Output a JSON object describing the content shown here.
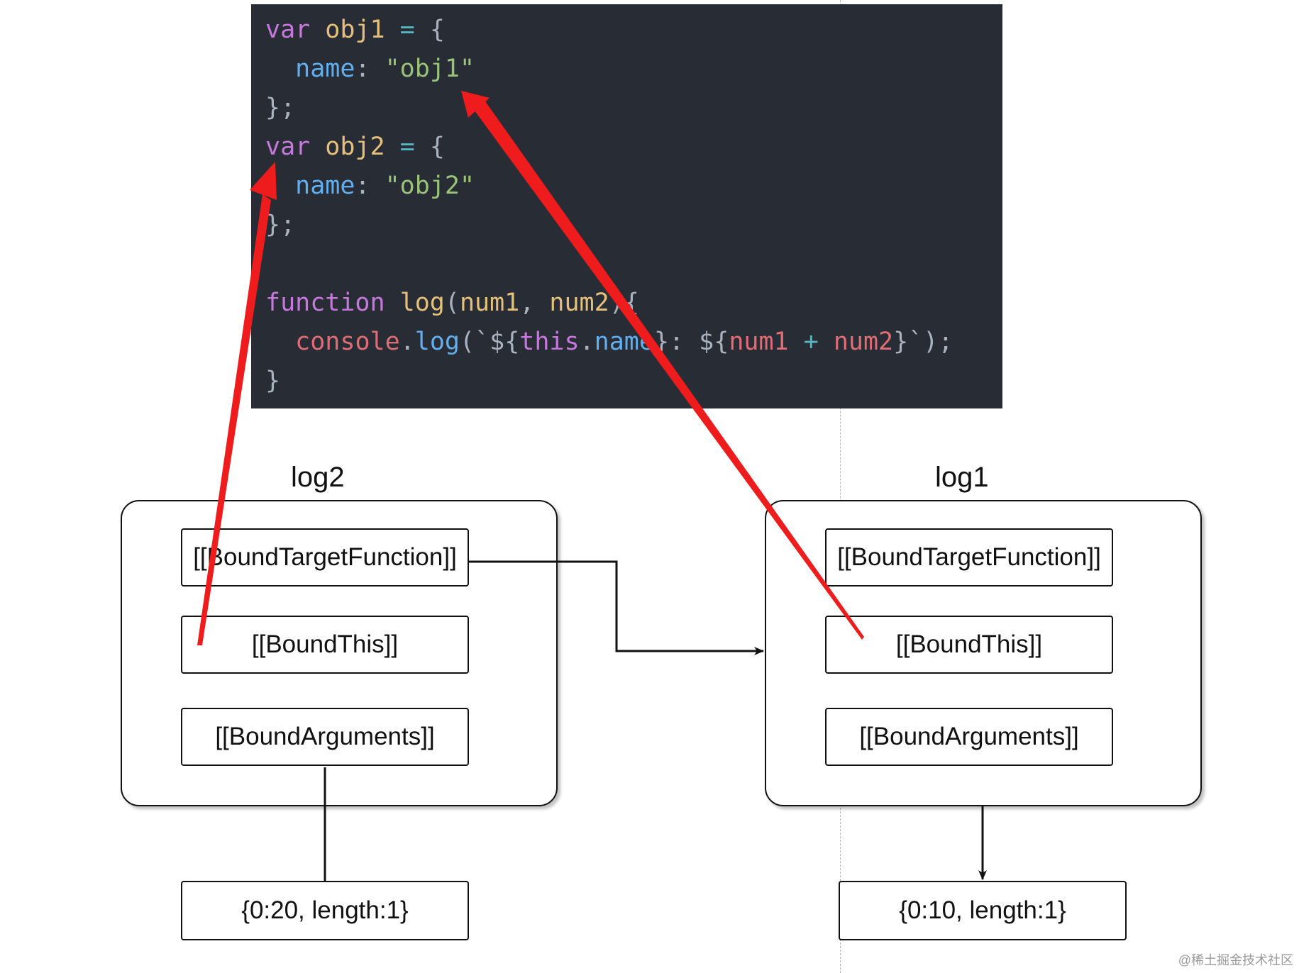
{
  "code": {
    "line1": {
      "kw": "var",
      "name": "obj1",
      "op": "=",
      "brace": "{"
    },
    "line2": {
      "prop": "name",
      "colon": ":",
      "str": "\"obj1\""
    },
    "line3": {
      "close": "};"
    },
    "line4": {
      "kw": "var",
      "name": "obj2",
      "op": "=",
      "brace": "{"
    },
    "line5": {
      "prop": "name",
      "colon": ":",
      "str": "\"obj2\""
    },
    "line6": {
      "close": "};"
    },
    "line8": {
      "kw": "function",
      "fn": "log",
      "open": "(",
      "p1": "num1",
      "comma": ",",
      "p2": "num2",
      "close": ")",
      "brace": "{"
    },
    "line9": {
      "obj": "console",
      "dot": ".",
      "meth": "log",
      "open": "(`",
      "tpl1": "${",
      "this": "this",
      "dot2": ".",
      "prop": "name",
      "tpl2": "}: ${",
      "a": "num1",
      "plus": "+",
      "b": "num2",
      "tpl3": "}`);"
    },
    "line10": {
      "close": "}"
    }
  },
  "log2": {
    "title": "log2",
    "target": "[[BoundTargetFunction]]",
    "this": "[[BoundThis]]",
    "args": "[[BoundArguments]]",
    "value": "{0:20, length:1}"
  },
  "log1": {
    "title": "log1",
    "target": "[[BoundTargetFunction]]",
    "this": "[[BoundThis]]",
    "args": "[[BoundArguments]]",
    "value": "{0:10, length:1}"
  },
  "watermark": "@稀土掘金技术社区",
  "colors": {
    "code_bg": "#282c34",
    "keyword": "#c678dd",
    "string": "#98c379",
    "property": "#61afef",
    "variable": "#e5c07b",
    "red_arrow": "#ee1c1c"
  }
}
